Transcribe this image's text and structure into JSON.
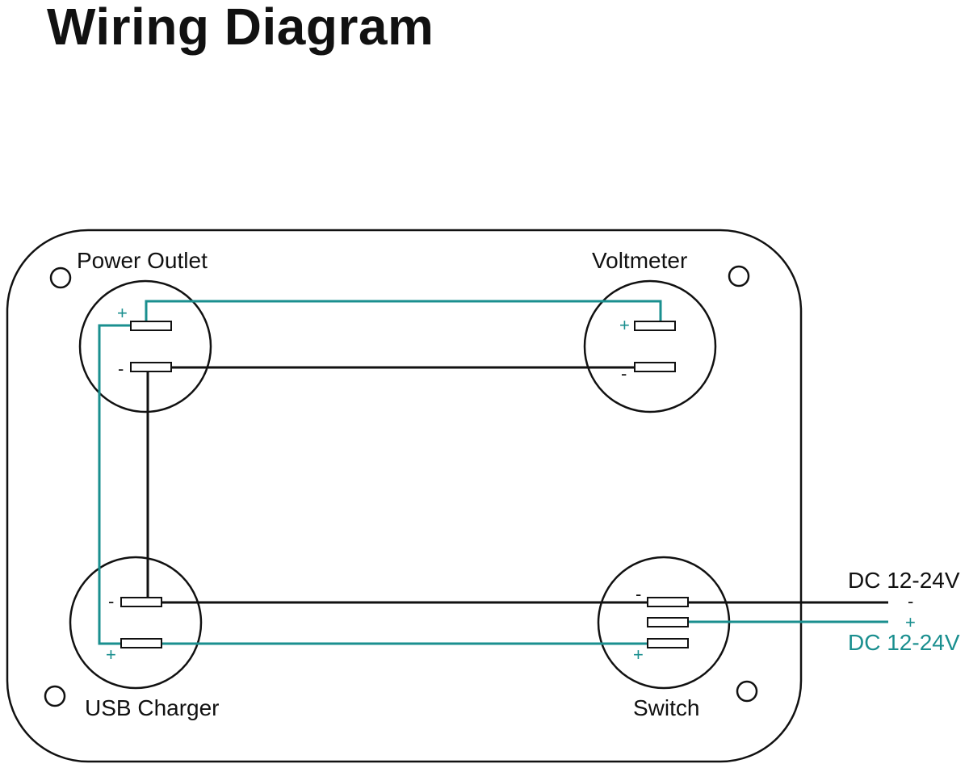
{
  "title": "Wiring Diagram",
  "components": {
    "power_outlet": "Power Outlet",
    "voltmeter": "Voltmeter",
    "usb_charger": "USB Charger",
    "switch": "Switch"
  },
  "signs": {
    "plus": "+",
    "minus": "-"
  },
  "supply": {
    "negative_label": "DC 12-24V",
    "positive_label": "DC 12-24V"
  },
  "colors": {
    "positive_wire": "#1a8f8f",
    "negative_wire": "#111111"
  }
}
